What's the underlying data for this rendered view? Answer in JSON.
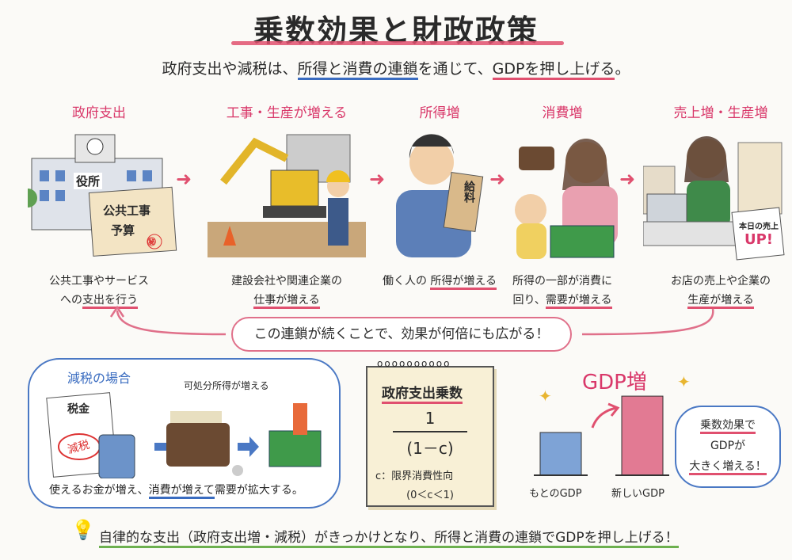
{
  "title": "乗数効果と財政政策",
  "subtitle": {
    "pre": "政府支出や減税は、",
    "blue": "所得と消費の連鎖",
    "mid": "を通じて、",
    "pink": "GDPを押し上げる",
    "post": "。"
  },
  "steps": [
    {
      "heading": "政府支出",
      "cap_pre": "公共工事やサービス",
      "cap_line2_pre": "への",
      "cap_hl": "支出を行う",
      "illus": [
        "役所",
        "公共工事",
        "予算",
        "㊙"
      ]
    },
    {
      "heading": "工事・生産が増える",
      "cap_pre": "建設会社や関連企業の",
      "cap_line2_pre": "",
      "cap_hl": "仕事が増える"
    },
    {
      "heading": "所得増",
      "cap_pre": "",
      "cap_line2_pre": "働く人の ",
      "cap_hl": "所得が増える",
      "illus": [
        "給料"
      ]
    },
    {
      "heading": "消費増",
      "cap_pre": "所得の一部が消費に",
      "cap_line2_pre": "回り、",
      "cap_hl": "需要が増える"
    },
    {
      "heading": "売上増・生産増",
      "cap_pre": "お店の売上や企業の",
      "cap_line2_pre": "",
      "cap_hl": "生産が増える",
      "illus": [
        "本日の売上",
        "UP!"
      ]
    }
  ],
  "chain_text": "この連鎖が続くことで、効果が何倍にも広がる！",
  "tax_cut": {
    "heading": "減税の場合",
    "disposable": "可処分所得が増える",
    "doc_title": "税金",
    "stamp": "減税",
    "caption_pre": "使えるお金が増え、",
    "caption_hl": "消費が増えて",
    "caption_post": "需要が拡大する。"
  },
  "multiplier": {
    "title": "政府支出乗数",
    "numerator": "1",
    "denominator": "(1－c)",
    "def": "c：限界消費性向",
    "range": "(0＜c＜1)"
  },
  "gdp": {
    "heading": "GDP増",
    "bars": [
      {
        "label": "もとのGDP",
        "value": 1.0,
        "color": "#7ea3d6"
      },
      {
        "label": "新しいGDP",
        "value": 1.85,
        "color": "#e27a93"
      }
    ],
    "bubble": [
      "乗数効果で",
      "GDPが",
      "大きく増える！"
    ]
  },
  "footer": "自律的な支出（政府支出増・減税）がきっかけとなり、所得と消費の連鎖でGDPを押し上げる！",
  "colors": {
    "accent": "#e0506f",
    "blue": "#3a6cc0",
    "green": "#6db04f"
  }
}
